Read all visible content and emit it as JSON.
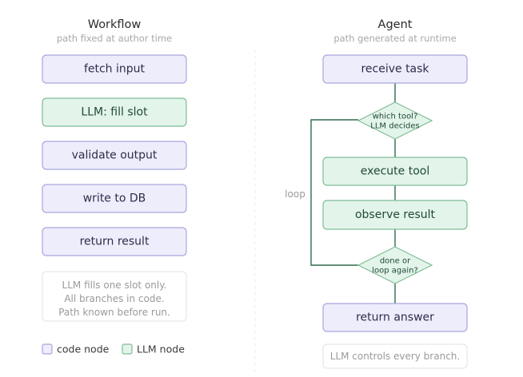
{
  "workflow": {
    "title": "Workflow",
    "subtitle": "path fixed at author time",
    "nodes": {
      "fetch": "fetch input",
      "llm": "LLM: fill slot",
      "validate": "validate output",
      "write": "write to DB",
      "return": "return result"
    },
    "note": {
      "line1": "LLM fills one slot only.",
      "line2": "All branches in code.",
      "line3": "Path known before run."
    }
  },
  "agent": {
    "title": "Agent",
    "subtitle": "path generated at runtime",
    "nodes": {
      "receive": "receive task",
      "decision1_line1": "which tool?",
      "decision1_line2": "LLM decides",
      "execute": "execute tool",
      "observe": "observe result",
      "decision2_line1": "done or",
      "decision2_line2": "loop again?",
      "answer": "return answer"
    },
    "loop_label": "loop",
    "note": "LLM controls every branch."
  },
  "legend": {
    "code": "code node",
    "llm": "LLM node"
  },
  "colors": {
    "code_fill": "#eeedfc",
    "code_stroke": "#a9a6dd",
    "llm_fill": "#e3f4ea",
    "llm_stroke": "#7fbd96",
    "edge": "#2f6b4c"
  }
}
